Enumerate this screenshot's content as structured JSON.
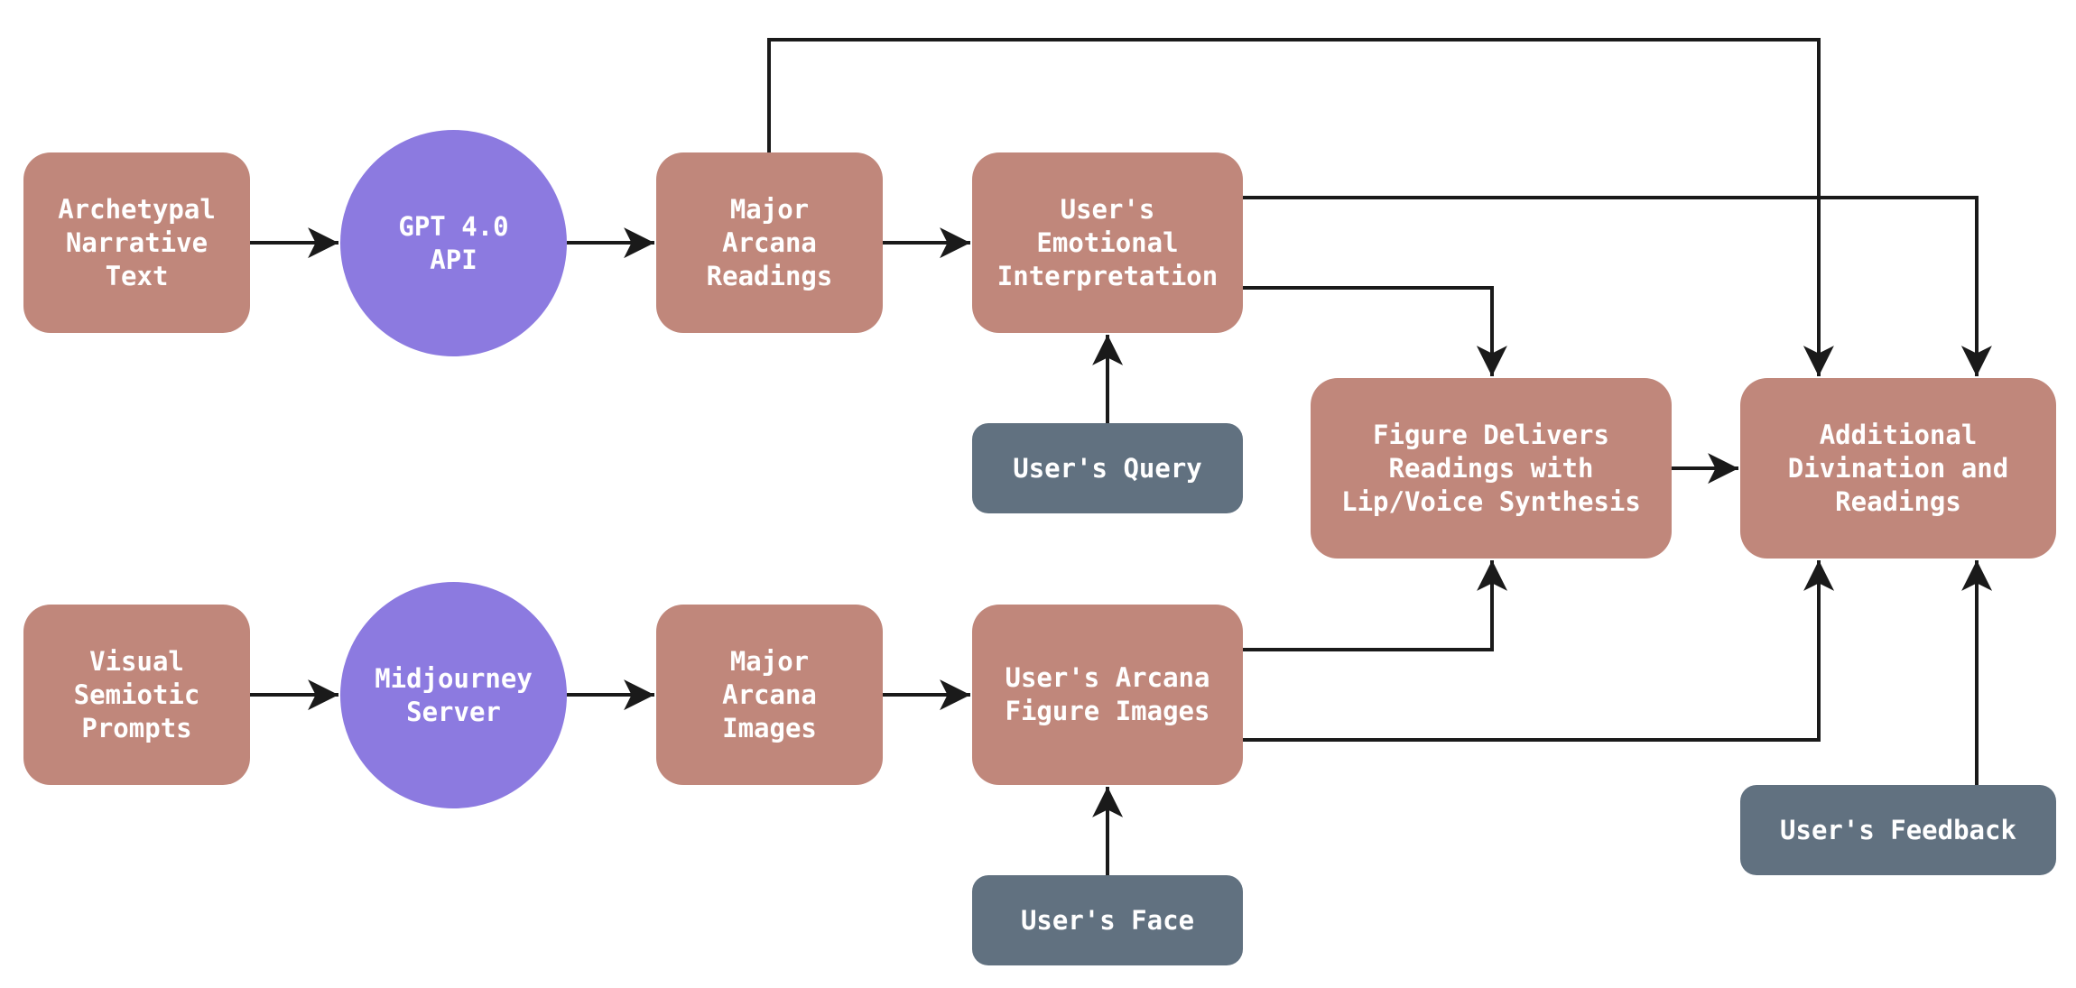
{
  "colors": {
    "process": "#c0877b",
    "service": "#8c7ae0",
    "input": "#617180",
    "edge": "#1a1a1a"
  },
  "nodes": {
    "archetypal_text": {
      "label": "Archetypal\nNarrative\nText",
      "kind": "process"
    },
    "gpt_api": {
      "label": "GPT 4.0\nAPI",
      "kind": "service"
    },
    "major_arcana_readings": {
      "label": "Major\nArcana\nReadings",
      "kind": "process"
    },
    "emotional_interpretation": {
      "label": "User's\nEmotional\nInterpretation",
      "kind": "process"
    },
    "users_query": {
      "label": "User's Query",
      "kind": "input"
    },
    "figure_delivers": {
      "label": "Figure Delivers\nReadings with\nLip/Voice Synthesis",
      "kind": "process"
    },
    "additional_divination": {
      "label": "Additional\nDivination and\nReadings",
      "kind": "process"
    },
    "visual_prompts": {
      "label": "Visual\nSemiotic\nPrompts",
      "kind": "process"
    },
    "midjourney_server": {
      "label": "Midjourney\nServer",
      "kind": "service"
    },
    "major_arcana_images": {
      "label": "Major\nArcana\nImages",
      "kind": "process"
    },
    "arcana_figure_images": {
      "label": "User's Arcana\nFigure Images",
      "kind": "process"
    },
    "users_face": {
      "label": "User's Face",
      "kind": "input"
    },
    "users_feedback": {
      "label": "User's Feedback",
      "kind": "input"
    }
  },
  "edges": [
    {
      "from": "archetypal_text",
      "to": "gpt_api"
    },
    {
      "from": "gpt_api",
      "to": "major_arcana_readings"
    },
    {
      "from": "major_arcana_readings",
      "to": "emotional_interpretation"
    },
    {
      "from": "major_arcana_readings",
      "to": "additional_divination"
    },
    {
      "from": "emotional_interpretation",
      "to": "additional_divination"
    },
    {
      "from": "emotional_interpretation",
      "to": "figure_delivers"
    },
    {
      "from": "users_query",
      "to": "emotional_interpretation"
    },
    {
      "from": "figure_delivers",
      "to": "additional_divination"
    },
    {
      "from": "visual_prompts",
      "to": "midjourney_server"
    },
    {
      "from": "midjourney_server",
      "to": "major_arcana_images"
    },
    {
      "from": "major_arcana_images",
      "to": "arcana_figure_images"
    },
    {
      "from": "arcana_figure_images",
      "to": "figure_delivers"
    },
    {
      "from": "arcana_figure_images",
      "to": "additional_divination"
    },
    {
      "from": "users_face",
      "to": "arcana_figure_images"
    },
    {
      "from": "users_feedback",
      "to": "additional_divination"
    }
  ]
}
